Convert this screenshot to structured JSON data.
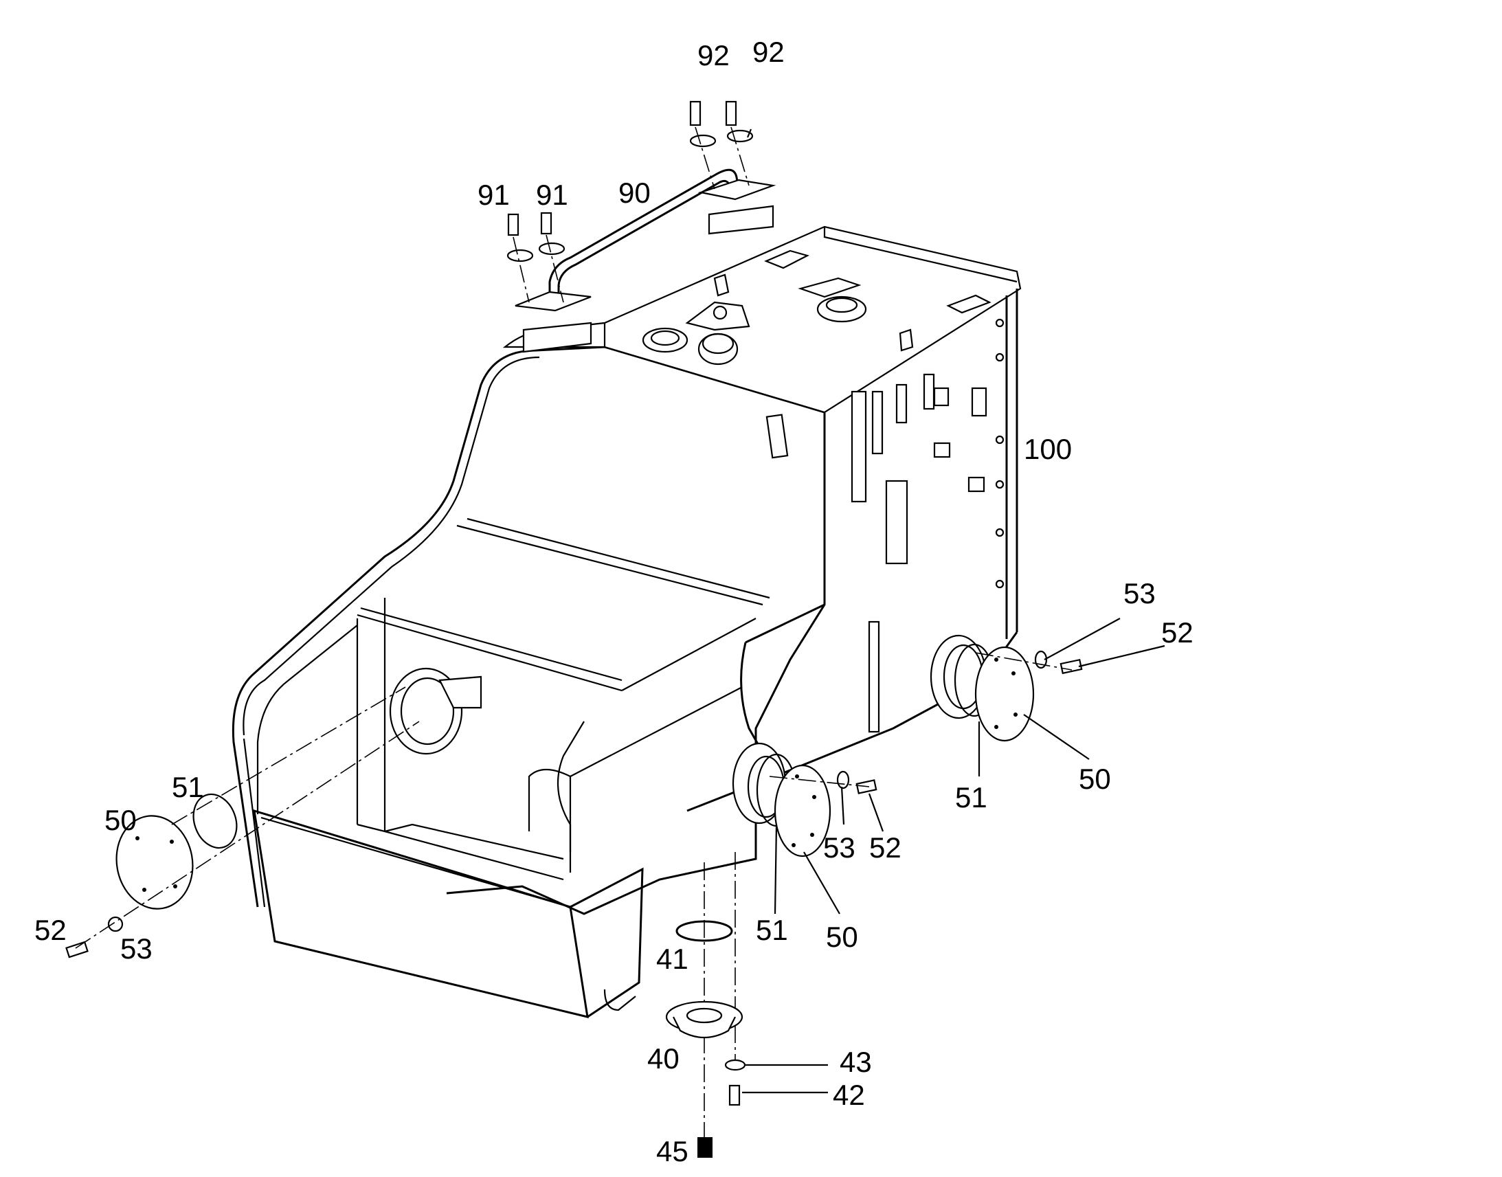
{
  "callouts": [
    {
      "id": "c-92a",
      "text": "92"
    },
    {
      "id": "c-92b",
      "text": "92"
    },
    {
      "id": "c-91a",
      "text": "91"
    },
    {
      "id": "c-91b",
      "text": "91"
    },
    {
      "id": "c-90",
      "text": "90"
    },
    {
      "id": "c-100",
      "text": "100"
    },
    {
      "id": "c-53r",
      "text": "53"
    },
    {
      "id": "c-52r",
      "text": "52"
    },
    {
      "id": "c-51r",
      "text": "51"
    },
    {
      "id": "c-50r",
      "text": "50"
    },
    {
      "id": "c-53m",
      "text": "53"
    },
    {
      "id": "c-52m",
      "text": "52"
    },
    {
      "id": "c-51m",
      "text": "51"
    },
    {
      "id": "c-50m",
      "text": "50"
    },
    {
      "id": "c-51l",
      "text": "51"
    },
    {
      "id": "c-50l",
      "text": "50"
    },
    {
      "id": "c-52l",
      "text": "52"
    },
    {
      "id": "c-53l",
      "text": "53"
    },
    {
      "id": "c-41",
      "text": "41"
    },
    {
      "id": "c-40",
      "text": "40"
    },
    {
      "id": "c-43",
      "text": "43"
    },
    {
      "id": "c-42",
      "text": "42"
    },
    {
      "id": "c-45",
      "text": "45"
    }
  ]
}
